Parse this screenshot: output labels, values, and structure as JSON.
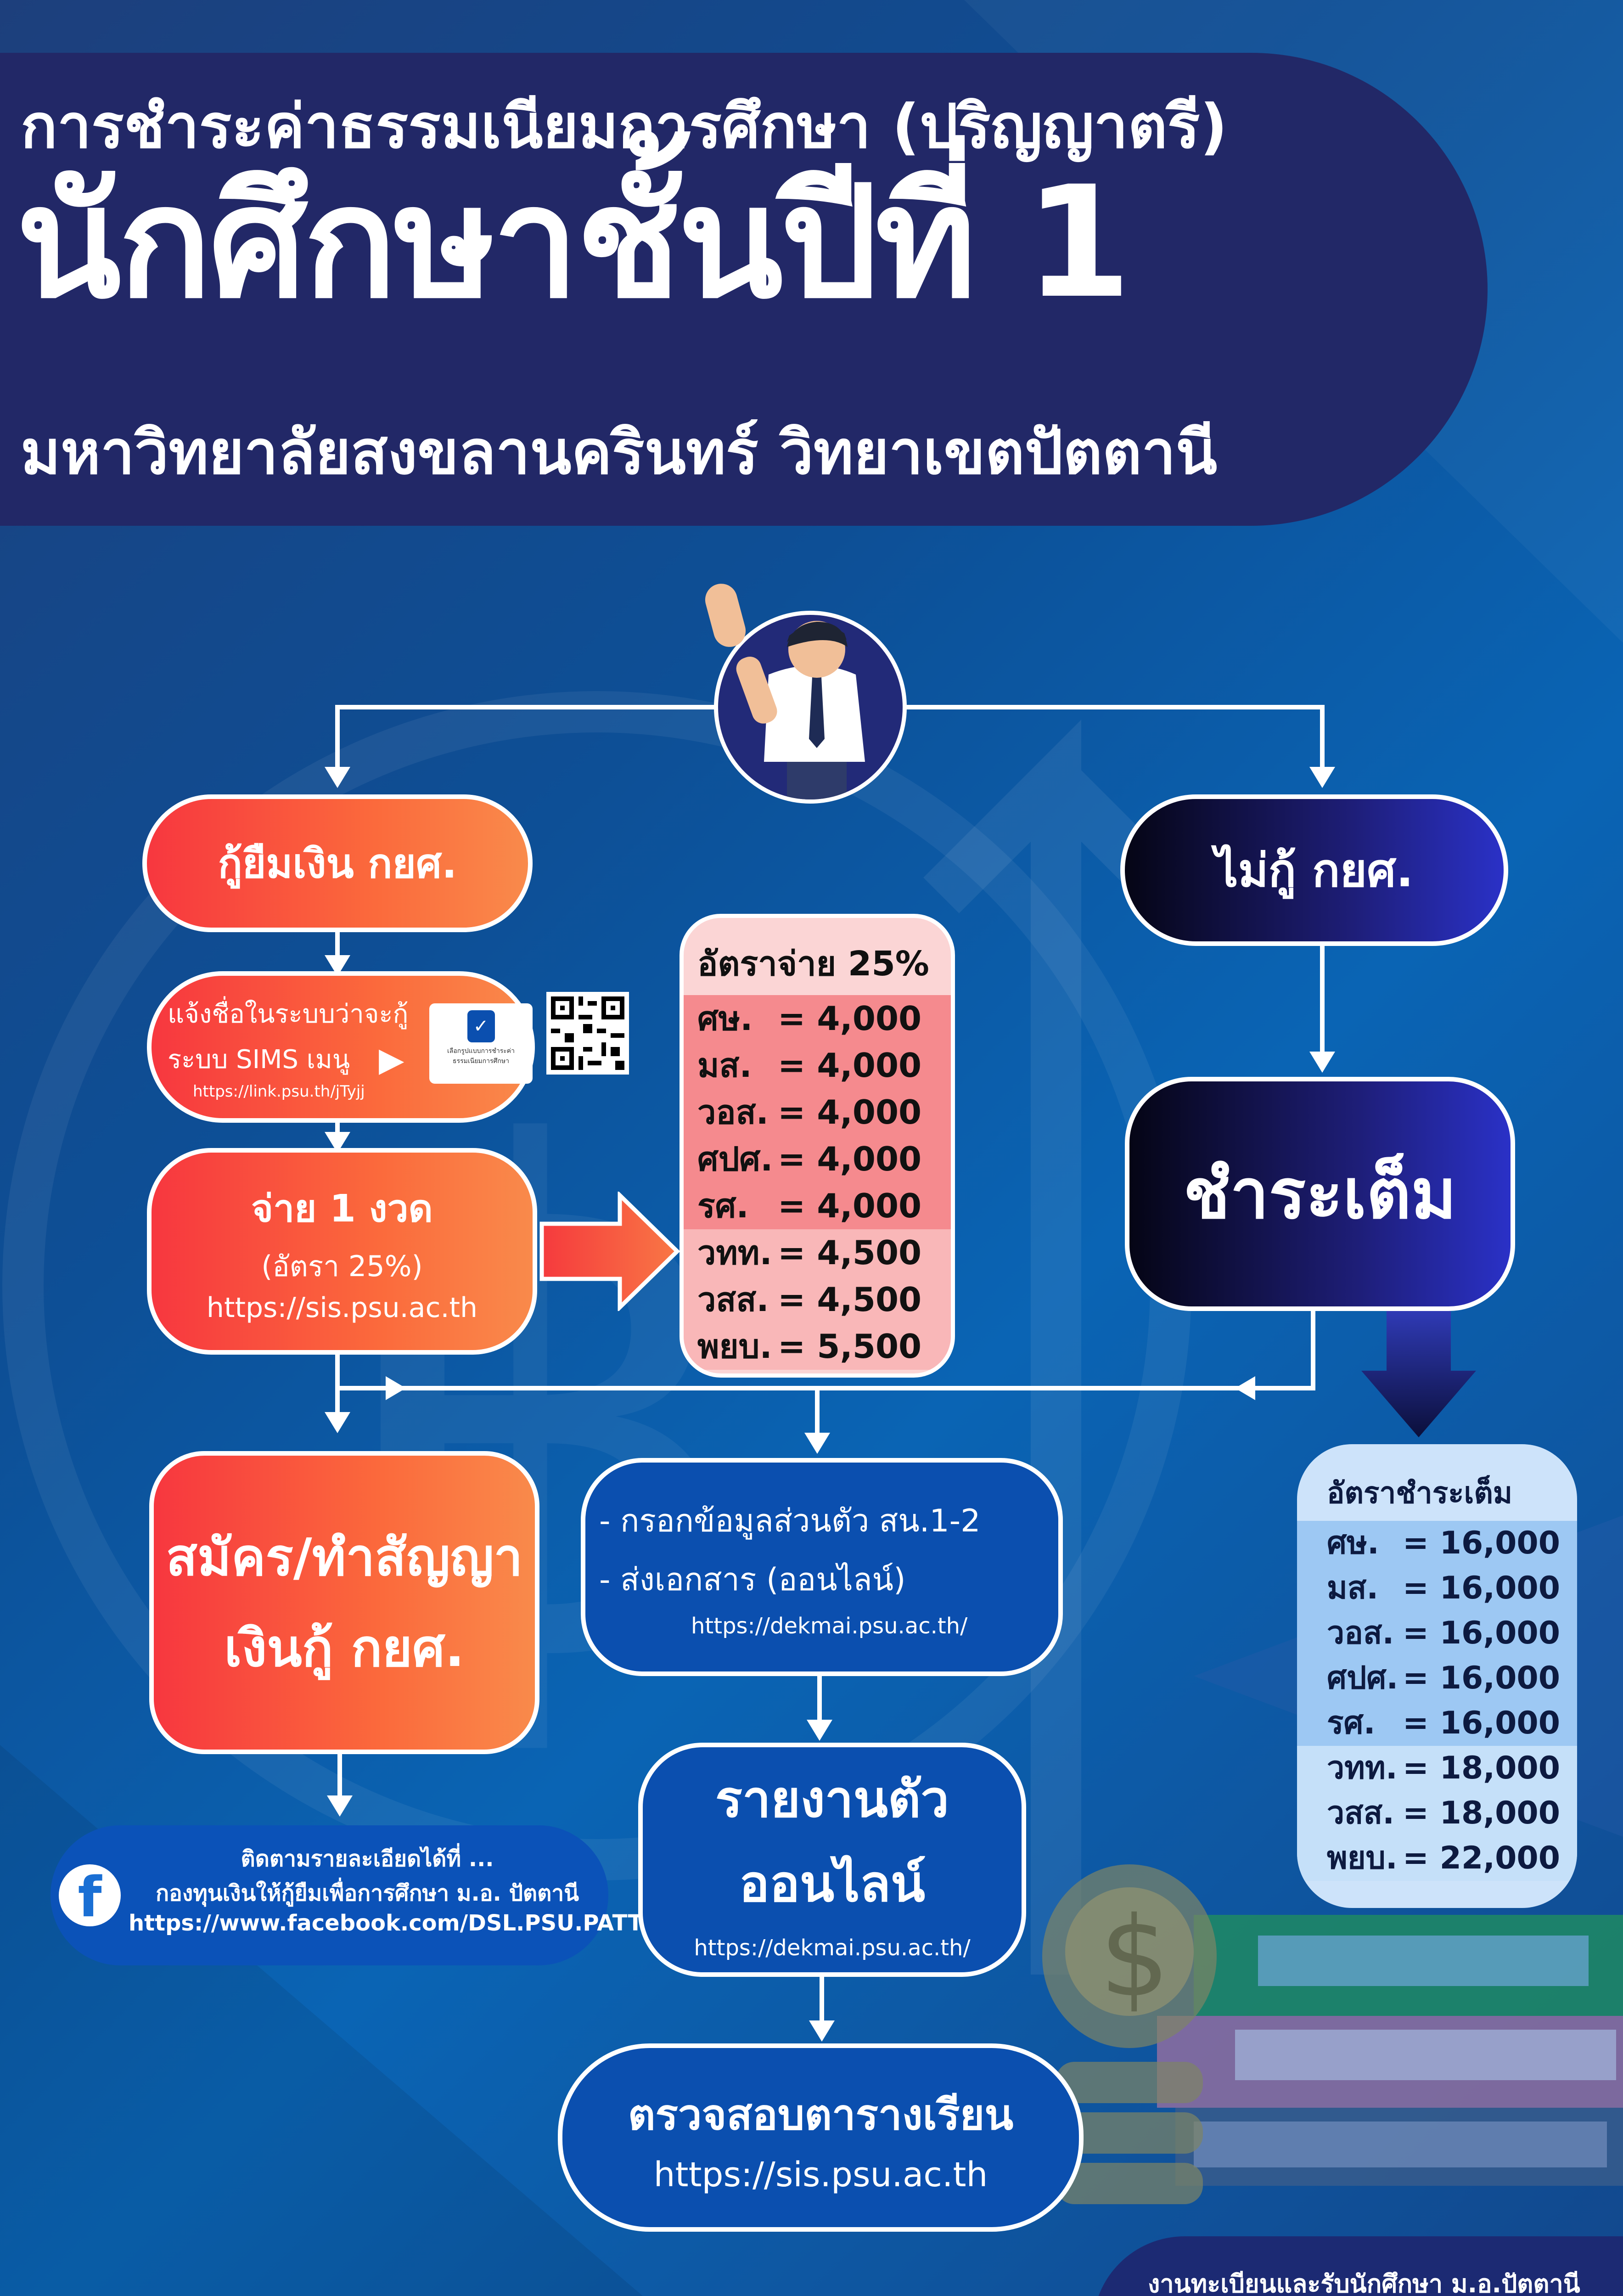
{
  "header": {
    "title": "การชำระค่าธรรมเนียมการศึกษา (ปริญญาตรี)",
    "heading": "นักศึกษาชั้นปีที่ 1",
    "subtitle": "มหาวิทยาลัยสงขลานครินทร์ วิทยาเขตปัตตานี"
  },
  "loan": {
    "label": "กู้ยืมเงิน กยศ.",
    "notify_line1": "แจ้งชื่อในระบบว่าจะกู้",
    "notify_line2": "ระบบ SIMS เมนู",
    "notify_link": "https://link.psu.th/jTyjj",
    "menu_card_text": "เลือกรูปแบบการชำระค่าธรรมเนียมการศึกษา",
    "pay_label": "จ่าย 1 งวด",
    "pay_rate": "(อัตรา 25%)",
    "pay_link": "https://sis.psu.ac.th",
    "apply_line1": "สมัคร/ทำสัญญา",
    "apply_line2": "เงินกู้ กยศ."
  },
  "rate25": {
    "title": "อัตราจ่าย 25%",
    "rows": [
      {
        "faculty": "ศษ.",
        "amount": "= 4,000"
      },
      {
        "faculty": "มส.",
        "amount": "= 4,000"
      },
      {
        "faculty": "วอส.",
        "amount": "= 4,000"
      },
      {
        "faculty": "ศปศ.",
        "amount": "= 4,000"
      },
      {
        "faculty": "รศ.",
        "amount": "= 4,000"
      },
      {
        "faculty": "วทท.",
        "amount": "= 4,500"
      },
      {
        "faculty": "วสส.",
        "amount": "= 4,500"
      },
      {
        "faculty": "พยบ.",
        "amount": "= 5,500"
      }
    ]
  },
  "noloan": {
    "label": "ไม่กู้ กยศ.",
    "full_pay": "ชำระเต็ม"
  },
  "rate_full": {
    "title": "อัตราชำระเต็ม",
    "rows": [
      {
        "faculty": "ศษ.",
        "amount": "= 16,000"
      },
      {
        "faculty": "มส.",
        "amount": "= 16,000"
      },
      {
        "faculty": "วอส.",
        "amount": "= 16,000"
      },
      {
        "faculty": "ศปศ.",
        "amount": "= 16,000"
      },
      {
        "faculty": "รศ.",
        "amount": "= 16,000"
      },
      {
        "faculty": "วทท.",
        "amount": "= 18,000"
      },
      {
        "faculty": "วสส.",
        "amount": "= 18,000"
      },
      {
        "faculty": "พยบ.",
        "amount": "= 22,000"
      }
    ]
  },
  "steps": {
    "info_line1": "- กรอกข้อมูลส่วนตัว สน.1-2",
    "info_line2": "- ส่งเอกสาร (ออนไลน์)",
    "info_link": "https://dekmai.psu.ac.th/",
    "report_line1": "รายงานตัว",
    "report_line2": "ออนไลน์",
    "report_link": "https://dekmai.psu.ac.th/",
    "schedule_label": "ตรวจสอบตารางเรียน",
    "schedule_link": "https://sis.psu.ac.th"
  },
  "facebook": {
    "line1": "ติดตามรายละเอียดได้ที่ ...",
    "line2": "กองทุนเงินให้กู้ยืมเพื่อการศึกษา ม.อ. ปัตตานี",
    "line3": "https://www.facebook.com/DSL.PSU.PATTANI"
  },
  "footer": {
    "text": "งานทะเบียนและรับนักศึกษา ม.อ.ปัตตานี"
  },
  "colors": {
    "background": "#0d4f96",
    "header": "#222867",
    "orange": "#fb6a3c",
    "dark_navy": "#1e1e78",
    "step_blue": "#0b4faf",
    "pink_table": "#f58a8e",
    "light_blue_table": "#9dc8f3"
  }
}
